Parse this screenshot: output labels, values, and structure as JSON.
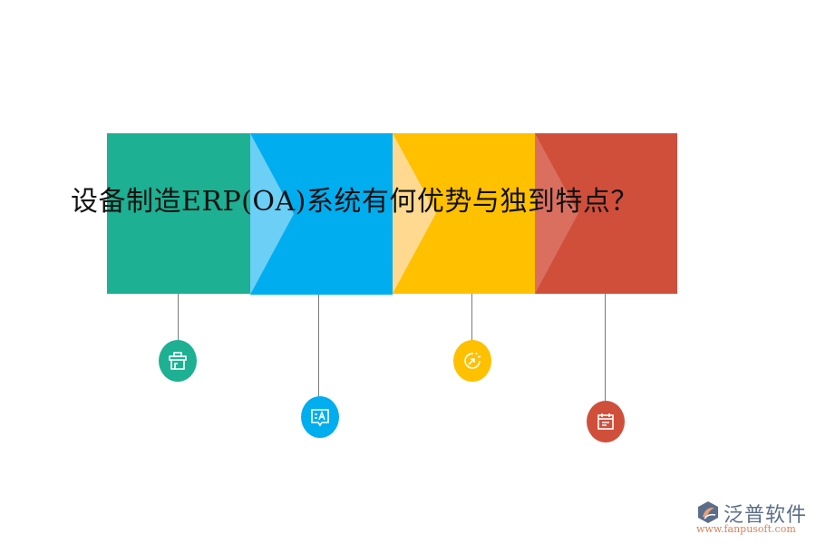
{
  "title": "设备制造ERP(OA)系统有何优势与独到特点？",
  "colors": {
    "green": "#1db092",
    "blue": "#00aeef",
    "blue_arrow": "#6ccff6",
    "yellow": "#ffc000",
    "yellow_arrow": "#ffd98f",
    "red": "#d04f3b",
    "red_arrow": "#da6f60",
    "line": "#7a7a7a"
  },
  "steps": [
    {
      "id": "step-1",
      "color": "green",
      "icon": "briefcase-icon"
    },
    {
      "id": "step-2",
      "color": "blue",
      "icon": "translate-chat-icon"
    },
    {
      "id": "step-3",
      "color": "yellow",
      "icon": "growth-arrow-icon"
    },
    {
      "id": "step-4",
      "color": "red",
      "icon": "calendar-icon"
    }
  ],
  "logo": {
    "name": "泛普软件",
    "url": "www.fanpusoft.com"
  }
}
